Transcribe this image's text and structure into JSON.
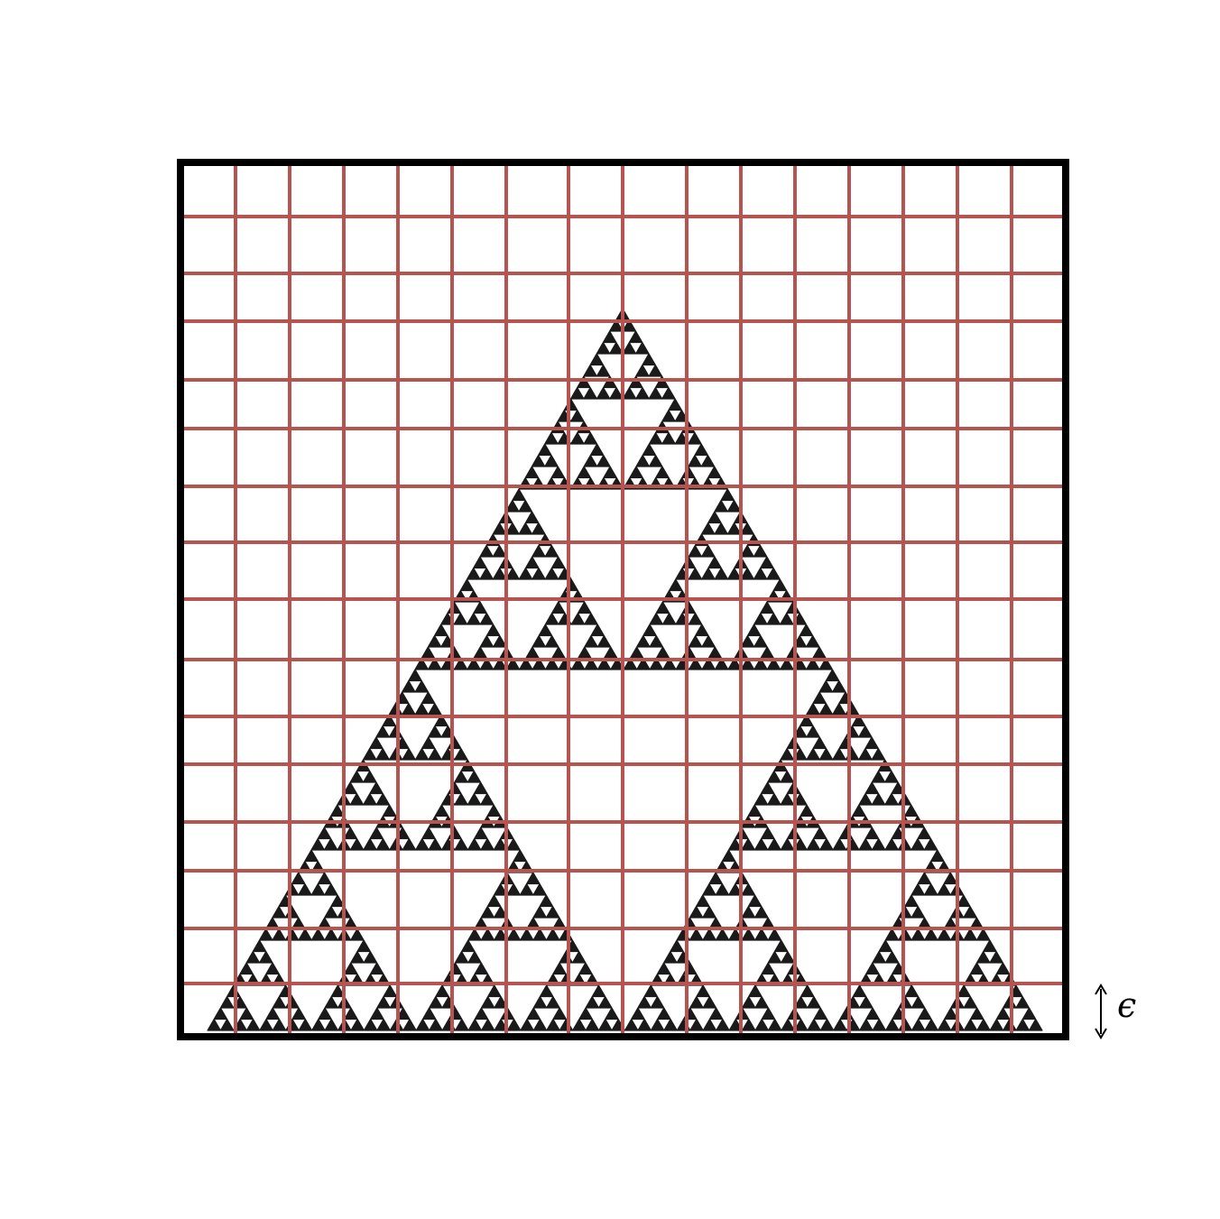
{
  "figure": {
    "scale_label": "ϵ",
    "grid_color": "#b85450",
    "fractal_color": "#1a1a1a",
    "frame_color": "#000000",
    "fractal": "sierpinski-triangle",
    "fractal_depth": 6
  }
}
